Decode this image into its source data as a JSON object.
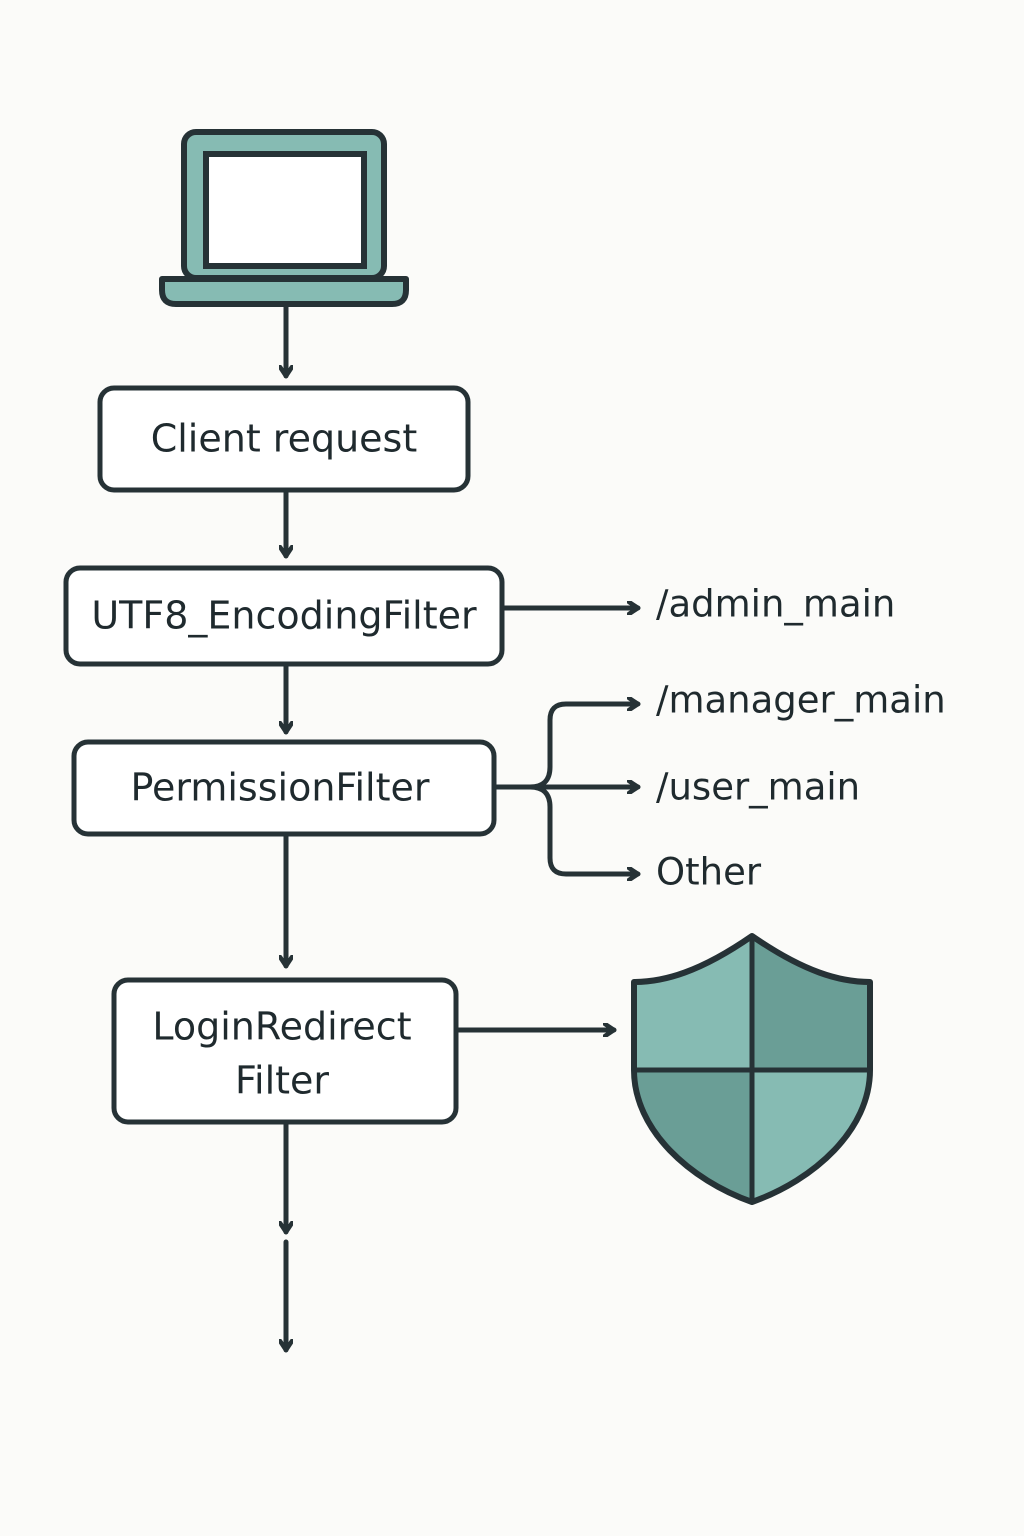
{
  "nodes": {
    "client_request": "Client request",
    "utf8_filter": "UTF8_EncodingFilter",
    "permission_filter": "PermissionFilter",
    "login_redirect_filter_line1": "LoginRedirect",
    "login_redirect_filter_line2": "Filter"
  },
  "routes": {
    "admin": "/admin_main",
    "manager": "/manager_main",
    "user": "/user_main",
    "other": "Other"
  },
  "icons": {
    "client": "laptop-icon",
    "security": "shield-icon"
  },
  "colors": {
    "accent_light": "#86bbb3",
    "accent_dark": "#6a9e96",
    "stroke": "#263236",
    "text": "#1f2a2e",
    "background": "#fbfbf9"
  }
}
